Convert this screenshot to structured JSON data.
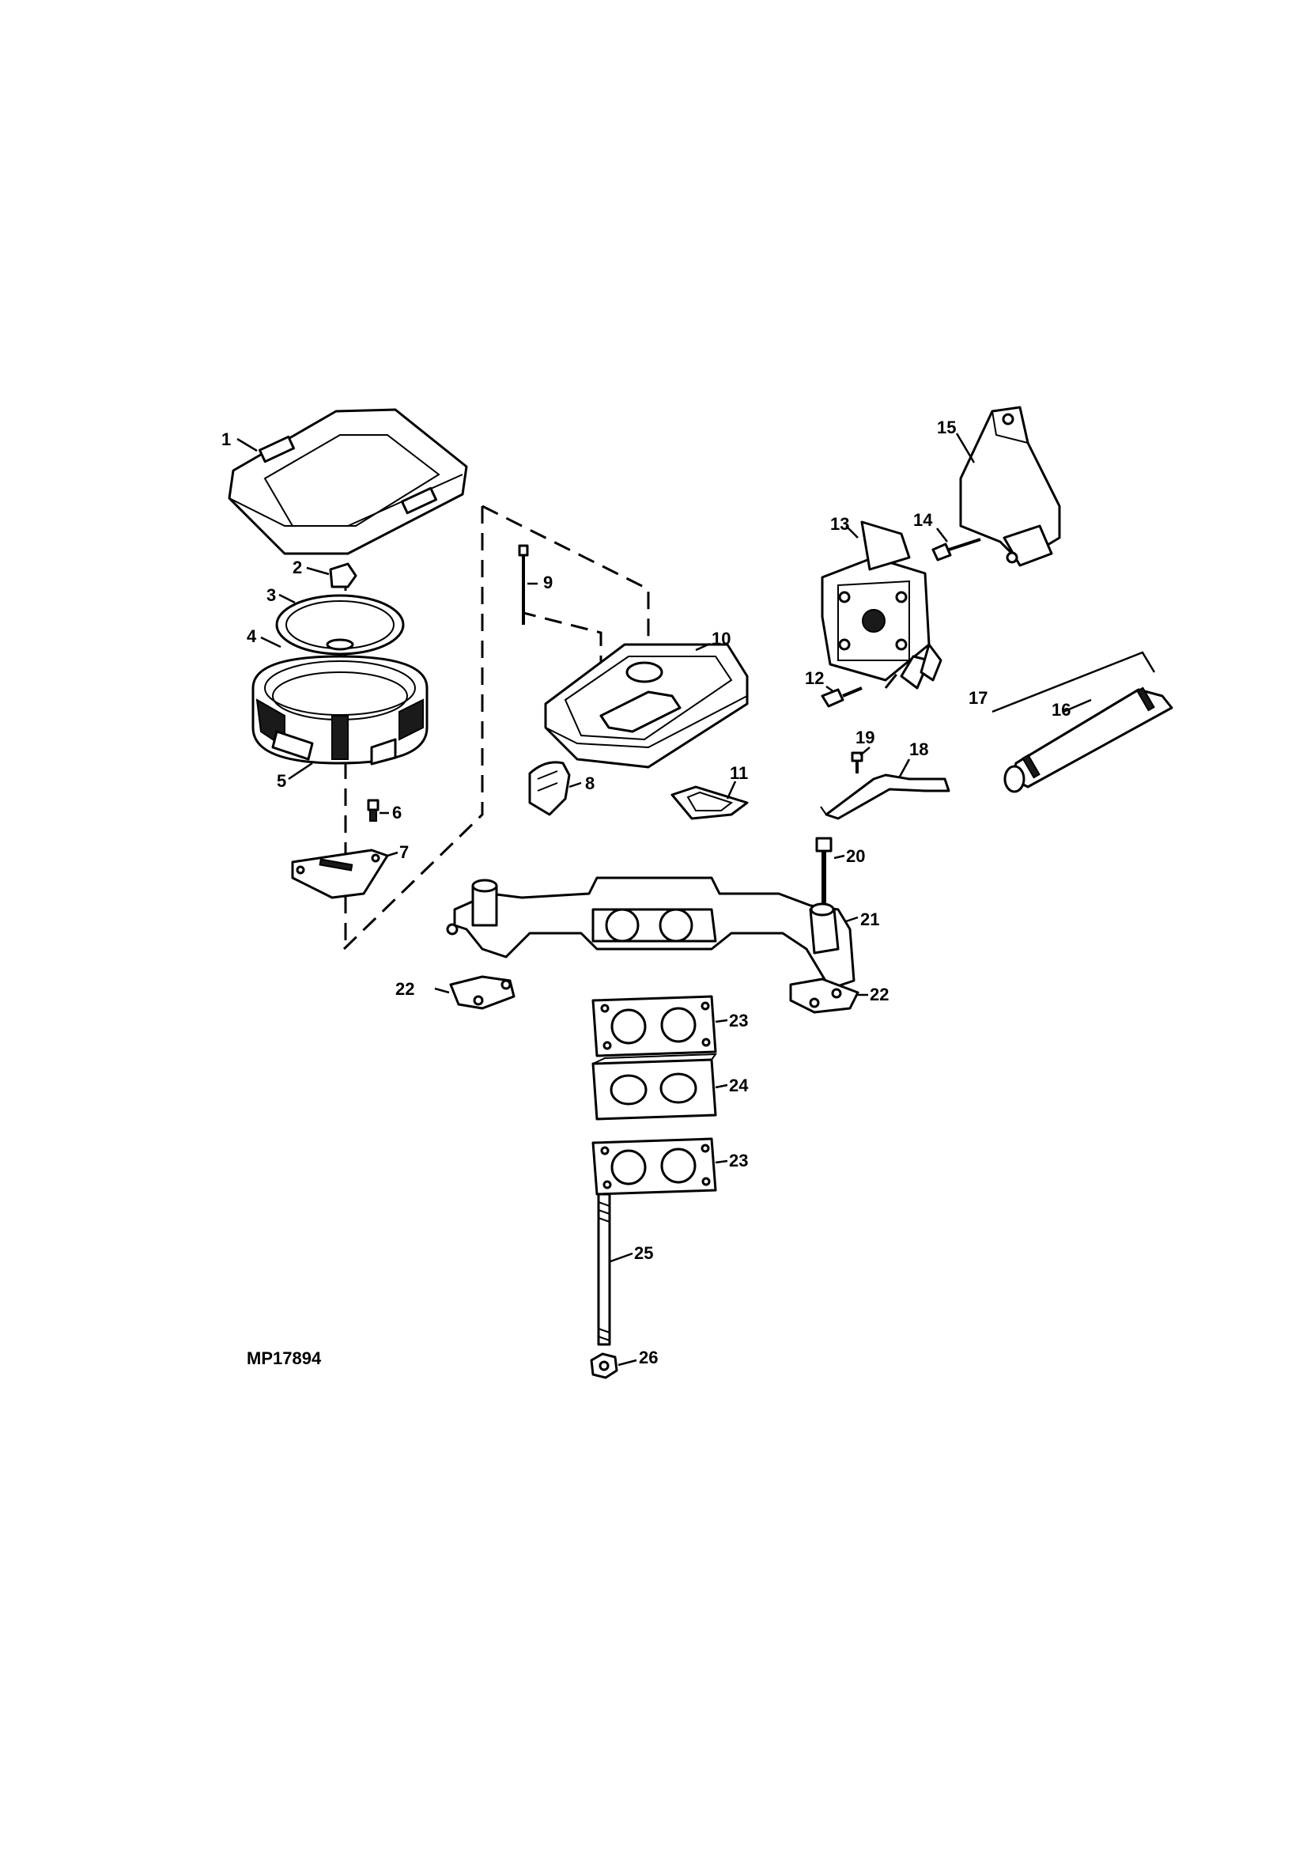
{
  "figure_id": "MP17894",
  "callouts": [
    "1",
    "2",
    "3",
    "4",
    "5",
    "6",
    "7",
    "8",
    "9",
    "10",
    "11",
    "12",
    "13",
    "14",
    "15",
    "16",
    "17",
    "18",
    "19",
    "20",
    "21",
    "22",
    "23",
    "24",
    "25",
    "26"
  ],
  "colors": {
    "ink": "#000000",
    "paper": "#ffffff"
  }
}
